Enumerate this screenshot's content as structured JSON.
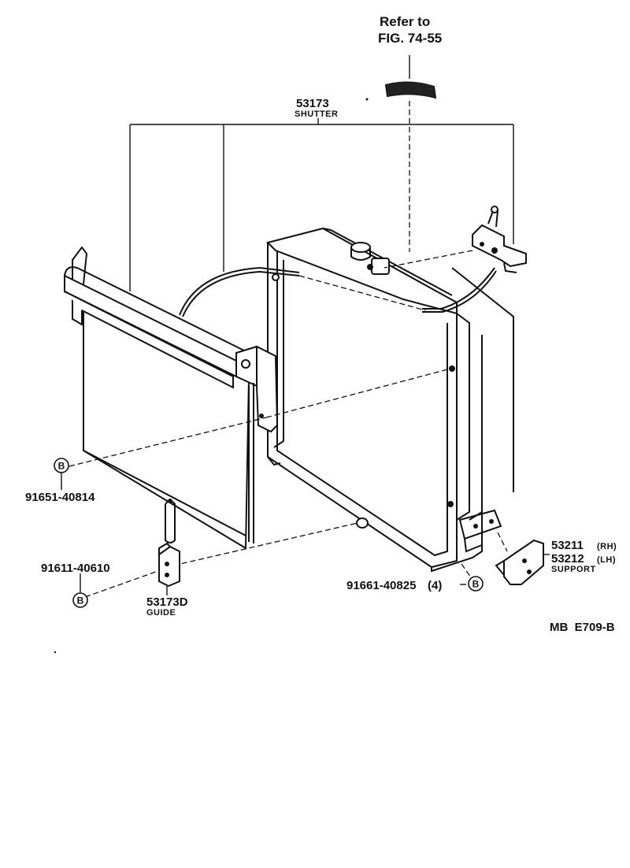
{
  "refer": {
    "line1": "Refer to",
    "line2": "FIG. 74-55"
  },
  "shutter": {
    "part_no": "53173",
    "name": "SHUTTER"
  },
  "bolt_left": {
    "part_no": "91651-40814",
    "symbol": "B"
  },
  "bolt_guide": {
    "part_no": "91611-40610",
    "symbol": "B"
  },
  "guide": {
    "part_no": "53173D",
    "name": "GUIDE"
  },
  "bolt_support": {
    "part_no": "91661-40825",
    "qty": "(4)",
    "symbol": "B"
  },
  "support": {
    "part_no_rh": "53211",
    "rh": "(RH)",
    "part_no_lh": "53212",
    "lh": "(LH)",
    "name": "SUPPORT"
  },
  "figure_code": "MB  E709-B"
}
